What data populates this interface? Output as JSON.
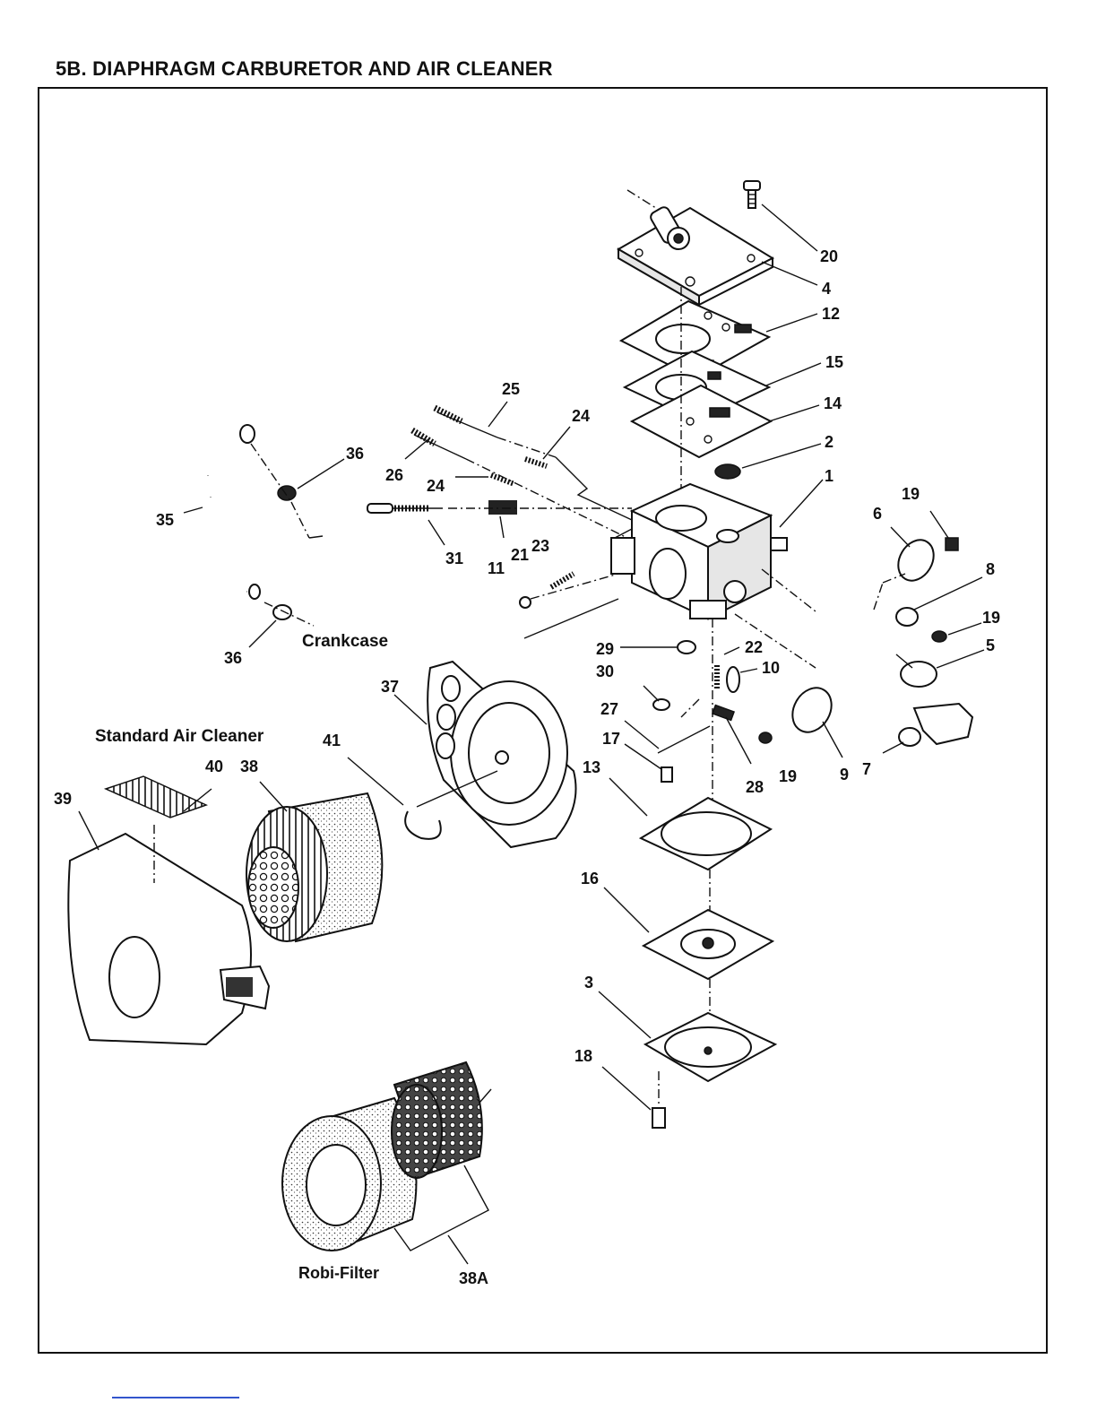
{
  "header": {
    "title": "5B. DIAPHRAGM CARBURETOR AND AIR CLEANER"
  },
  "callouts": {
    "p1": "1",
    "p2": "2",
    "p3": "3",
    "p4": "4",
    "p5": "5",
    "p6": "6",
    "p7": "7",
    "p8": "8",
    "p9": "9",
    "p10": "10",
    "p11": "11",
    "p12": "12",
    "p13": "13",
    "p14": "14",
    "p15": "15",
    "p16": "16",
    "p17": "17",
    "p18": "18",
    "p19": "19",
    "p20": "20",
    "p21": "21",
    "p22": "22",
    "p23": "23",
    "p24": "24",
    "p25": "25",
    "p26": "26",
    "p27": "27",
    "p28": "28",
    "p29": "29",
    "p30": "30",
    "p31": "31",
    "p35": "35",
    "p36": "36",
    "p37": "37",
    "p38": "38",
    "p38a": "38A",
    "p39": "39",
    "p40": "40",
    "p41": "41"
  },
  "labels": {
    "crankcase": "Crankcase",
    "standard_air_cleaner": "Standard Air Cleaner",
    "robi_filter": "Robi-Filter"
  }
}
